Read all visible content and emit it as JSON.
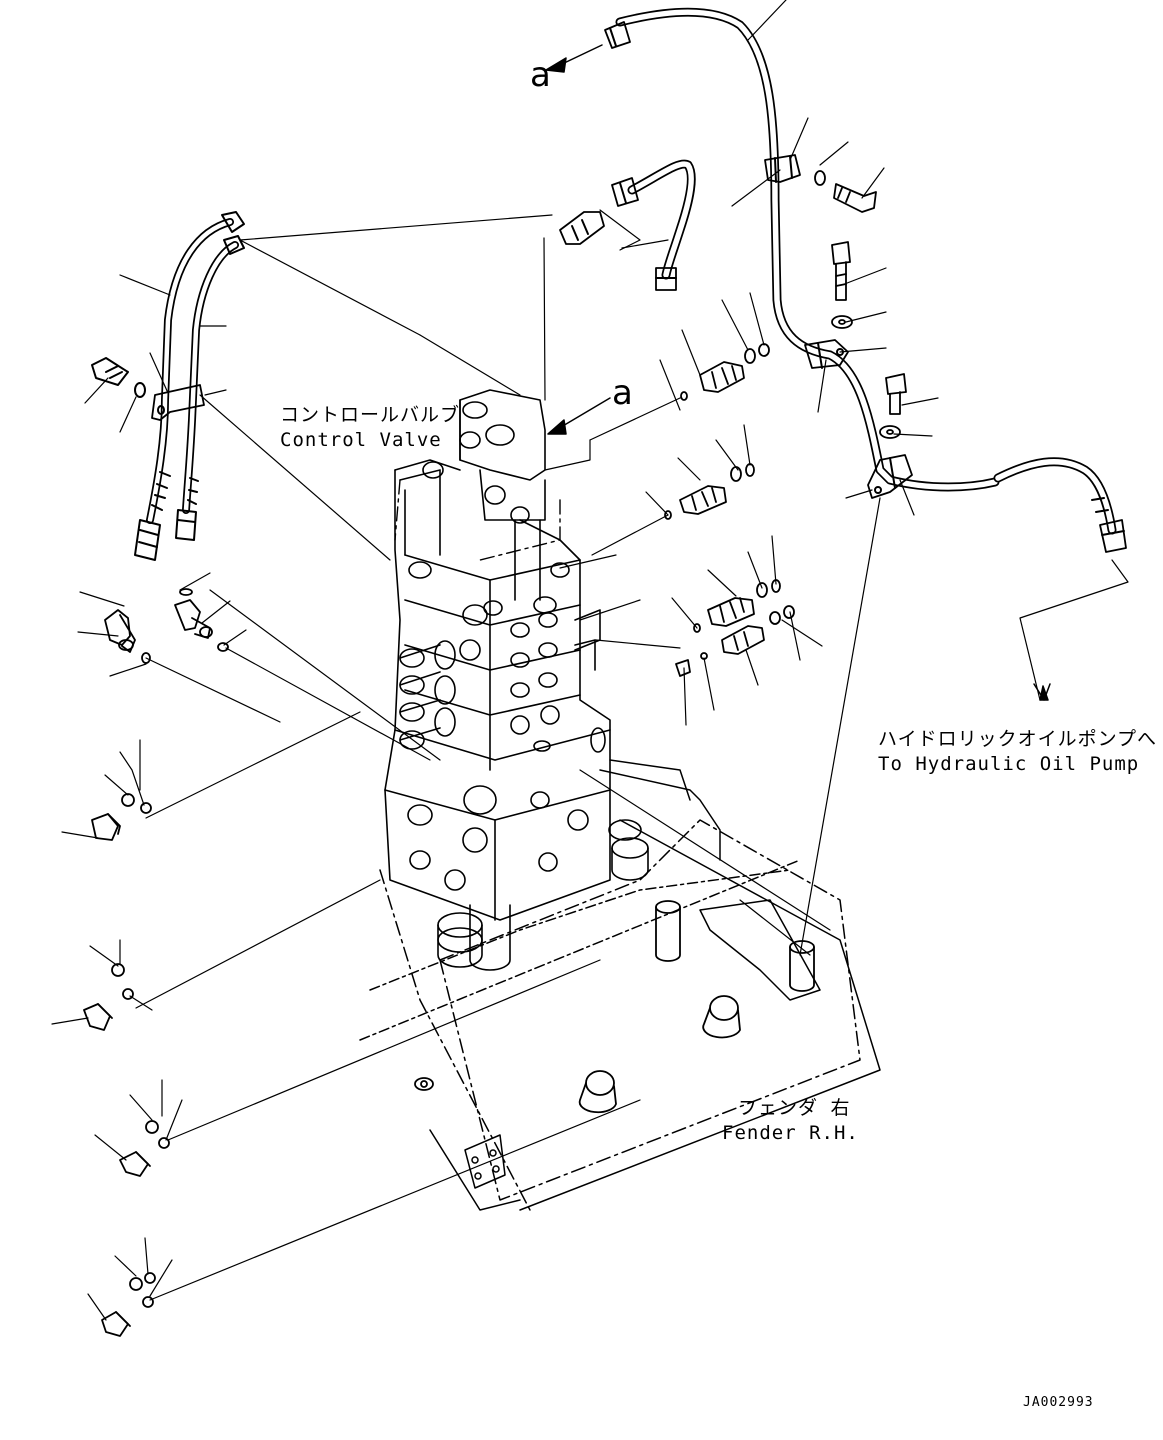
{
  "labels": {
    "ref_a_top": "a",
    "ref_a_mid": "a",
    "control_valve_jp": "コントロールバルブ",
    "control_valve_en": "Control Valve",
    "pump_jp": "ハイドロリックオイルポンプへ",
    "pump_en": "To Hydraulic Oil Pump",
    "fender_jp": "フェンダ 右",
    "fender_en": "Fender R.H.",
    "drawing_code": "JA002993"
  },
  "colors": {
    "line": "#000000",
    "background": "#ffffff"
  }
}
